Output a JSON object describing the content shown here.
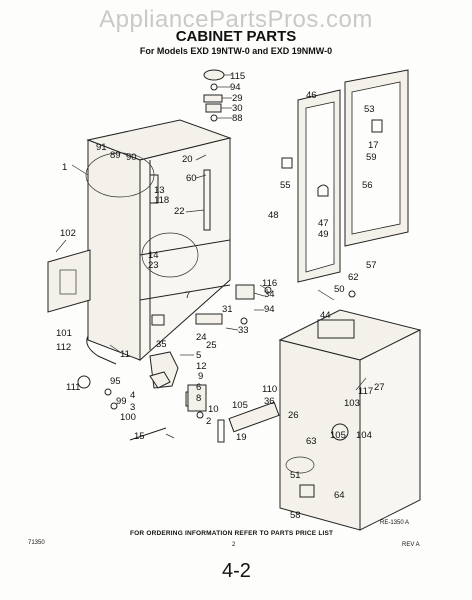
{
  "watermark": "AppliancePartsPros.com",
  "title": "CABINET PARTS",
  "subtitle": "For Models EXD 19NTW-0 and EXD 19NMW-0",
  "footer_note": "FOR ORDERING INFORMATION REFER TO PARTS PRICE LIST",
  "page_number": "2",
  "drawing_ref": "RE-1350 A",
  "left_code": "71350",
  "rev": "REV A",
  "page_label": "4-2",
  "callouts": [
    "115",
    "94",
    "29",
    "30",
    "88",
    "46",
    "53",
    "17",
    "59",
    "1",
    "91",
    "89",
    "90",
    "20",
    "60",
    "55",
    "13",
    "118",
    "22",
    "56",
    "48",
    "47",
    "49",
    "57",
    "102",
    "14",
    "23",
    "116",
    "34",
    "94",
    "62",
    "50",
    "7",
    "31",
    "33",
    "44",
    "101",
    "112",
    "11",
    "24",
    "25",
    "35",
    "5",
    "12",
    "27",
    "111",
    "95",
    "99",
    "9",
    "4",
    "3",
    "6",
    "8",
    "10",
    "2",
    "105",
    "110",
    "36",
    "103",
    "117",
    "100",
    "26",
    "15",
    "19",
    "105",
    "104",
    "63",
    "51",
    "64",
    "58"
  ]
}
